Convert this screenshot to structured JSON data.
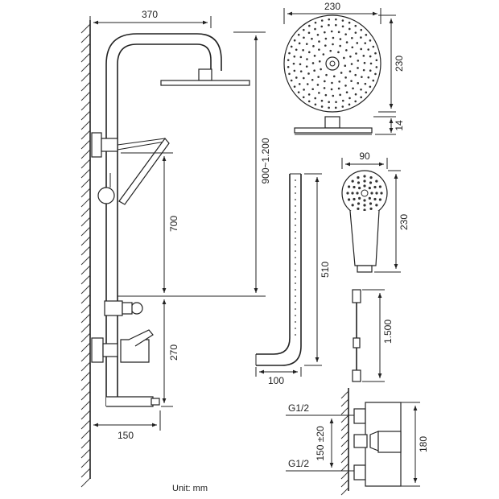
{
  "dimensions": {
    "arm_length": "370",
    "total_height": "900~1.200",
    "bar_height": "700",
    "mixer_height": "270",
    "wall_distance": "150",
    "head_diameter": "230",
    "head_height": "230",
    "head_thickness": "14",
    "hand_width": "90",
    "hand_length": "230",
    "pipe_length": "510",
    "pipe_bend": "100",
    "hose_length": "1.500",
    "inlet_top": "G1/2",
    "inlet_bottom": "G1/2",
    "inlet_spacing": "150 ±20",
    "valve_height": "180"
  },
  "footer": {
    "unit": "Unit: mm"
  },
  "colors": {
    "line": "#222222",
    "background": "#ffffff"
  }
}
